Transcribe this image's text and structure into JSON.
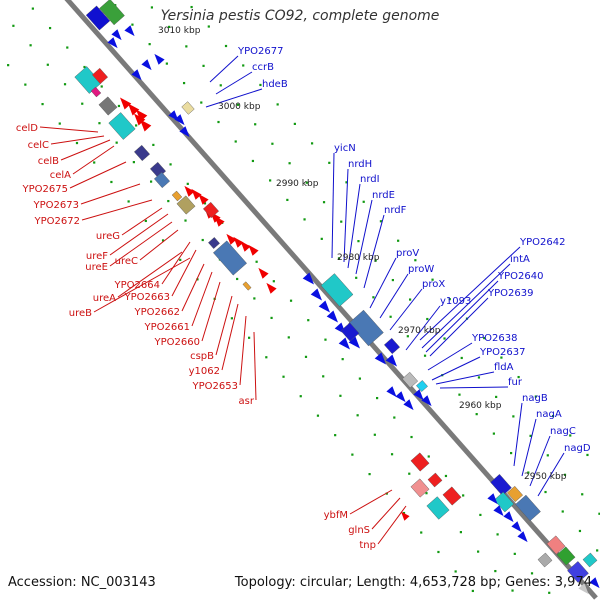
{
  "title": "Yersinia pestis CO92, complete genome",
  "footer": {
    "accession": "Accession: NC_003143",
    "topology": "Topology: circular; Length: 4,653,728 bp; Genes: 3,974"
  },
  "colors": {
    "backbone": "#7a7a7a",
    "forward_gene_label": "#1010cc",
    "reverse_gene_label": "#cc1010",
    "forward_arrow": "#0a10e0",
    "reverse_arrow": "#f00000",
    "tick_dot": "#119911"
  },
  "position_labels": [
    "3010 kbp",
    "3000 kbp",
    "2990 kbp",
    "2980 kbp",
    "2970 kbp",
    "2960 kbp",
    "2950 kbp"
  ],
  "genes_right": [
    "YPO2677",
    "ccrB",
    "hdeB",
    "yicN",
    "nrdH",
    "nrdI",
    "nrdE",
    "nrdF",
    "proV",
    "proW",
    "proX",
    "y1093",
    "YPO2642",
    "intA",
    "YPO2640",
    "YPO2639",
    "YPO2638",
    "YPO2637",
    "fldA",
    "fur",
    "nagB",
    "nagA",
    "nagC",
    "nagD"
  ],
  "genes_left": [
    "celD",
    "celC",
    "celB",
    "celA",
    "YPO2675",
    "YPO2673",
    "YPO2672",
    "ureG",
    "ureF",
    "ureE",
    "ureC",
    "YPO2664",
    "YPO2663",
    "ureA",
    "ureB",
    "YPO2662",
    "YPO2661",
    "YPO2660",
    "cspB",
    "y1062",
    "YPO2653",
    "asr",
    "ybfM",
    "glnS",
    "tnp"
  ]
}
